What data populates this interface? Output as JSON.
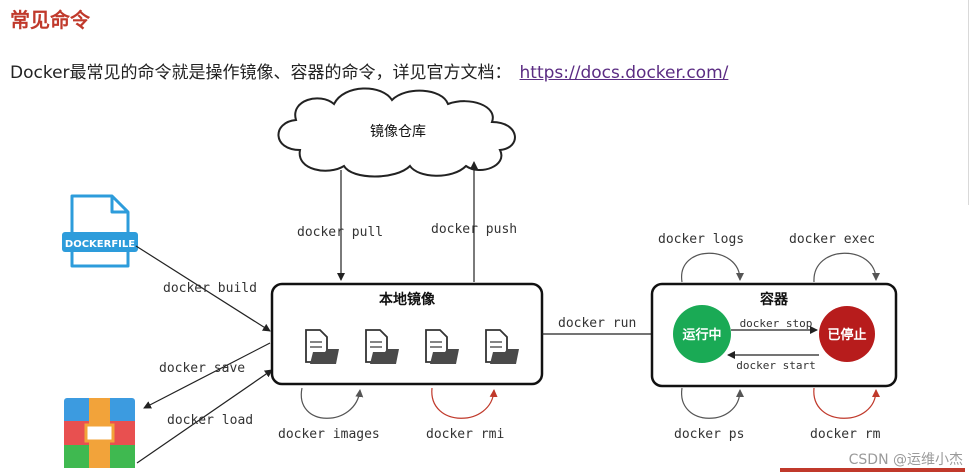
{
  "header": {
    "title": "常见命令",
    "intro_text": "Docker最常见的命令就是操作镜像、容器的命令，详见官方文档：",
    "docs_link": "https://docs.docker.com/"
  },
  "diagram": {
    "registry_label": "镜像仓库",
    "local_images_label": "本地镜像",
    "container_label": "容器",
    "dockerfile_label": "DOCKERFILE",
    "running_label": "运行中",
    "stopped_label": "已停止",
    "cmd_pull": "docker pull",
    "cmd_push": "docker push",
    "cmd_build": "docker build",
    "cmd_save": "docker save",
    "cmd_load": "docker load",
    "cmd_images": "docker images",
    "cmd_rmi": "docker rmi",
    "cmd_run": "docker run",
    "cmd_logs": "docker logs",
    "cmd_exec": "docker exec",
    "cmd_stop": "docker stop",
    "cmd_start": "docker start",
    "cmd_ps": "docker ps",
    "cmd_rm": "docker rm"
  },
  "footer": {
    "watermark": "CSDN @运维小杰"
  },
  "colors": {
    "title": "#c0392b",
    "link": "#5b2c83",
    "running": "#1aaa55",
    "stopped": "#b71c1c",
    "red_arrow": "#c0392b"
  }
}
